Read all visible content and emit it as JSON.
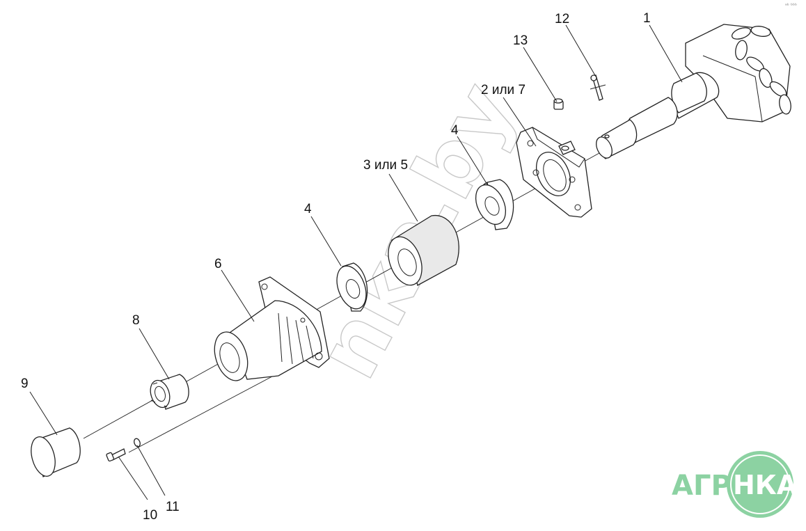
{
  "callouts": {
    "c1": "1",
    "c2": "2 или 7",
    "c3": "3 или 5",
    "c4a": "4",
    "c4b": "4",
    "c6": "6",
    "c8": "8",
    "c9": "9",
    "c10": "10",
    "c11": "11",
    "c12": "12",
    "c13": "13"
  },
  "watermark": {
    "text": "nka.by"
  },
  "logo": {
    "left": "АГРО",
    "right": "НКА",
    "color": "#8cd2a2"
  },
  "corner_mark": "ᵃᵇ ᵇᵇᵇ"
}
